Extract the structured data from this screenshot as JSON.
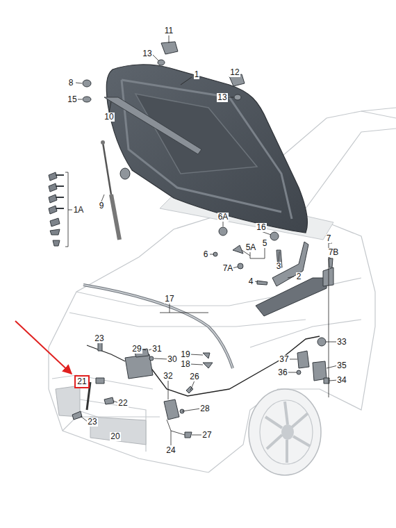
{
  "diagram": {
    "nodes": [
      {
        "text": [
          "21"
        ]
      }
    ],
    "labels": [
      "11",
      "13",
      "8",
      "1",
      "12",
      "13",
      "15",
      "10",
      "1A",
      "9",
      "6A",
      "16",
      "7",
      "7B",
      "6",
      "5A",
      "5",
      "3",
      "7A",
      "4",
      "2",
      "17",
      "23",
      "29",
      "31",
      "30",
      "19",
      "18",
      "33",
      "37",
      "35",
      "36",
      "34",
      "22",
      "26",
      "28",
      "23",
      "20",
      "32",
      "24",
      "27"
    ]
  }
}
